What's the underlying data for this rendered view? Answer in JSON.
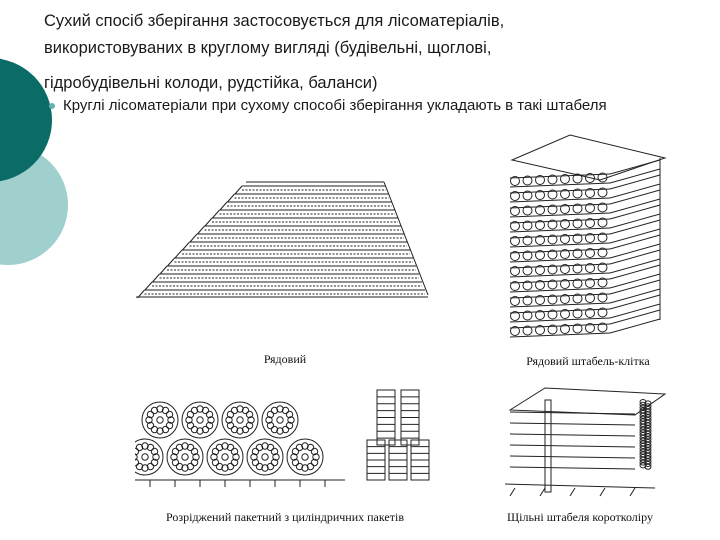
{
  "slide": {
    "heading_line1": "Сухий спосіб зберігання застосовується для лісоматеріалів,",
    "heading_line2": "використовуваних в круглому вигляді (будівельні, щоглові,",
    "heading_line3": "гідробудівельні колоди, рудстійка, баланси)",
    "bullet": "Круглі лісоматеріали при сухому способі зберігання укладають в такі штабеля"
  },
  "figures": [
    {
      "caption": "Рядовий"
    },
    {
      "caption": "Рядовий штабель-клітка"
    },
    {
      "caption": "Розріджений пакетний з циліндричних пакетів"
    },
    {
      "caption": "Щільні штабеля коротколіру"
    }
  ],
  "colors": {
    "dark_teal": "#0b6b67",
    "light_teal": "#9fd0cd",
    "ink": "#1a1a1a"
  }
}
